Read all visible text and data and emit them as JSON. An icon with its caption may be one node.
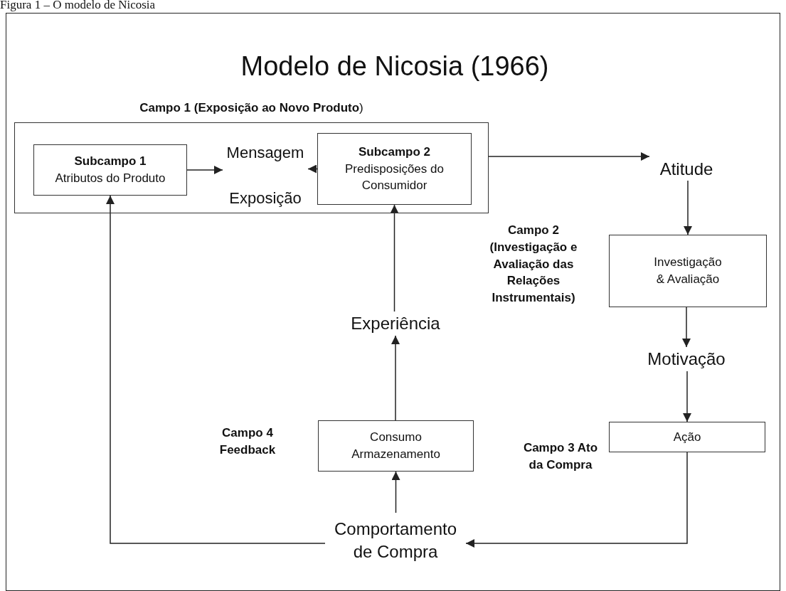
{
  "diagram": {
    "title": "Modelo de Nicosia (1966)",
    "caption": "Figura 1 – O modelo de Nicosia",
    "nodes": [
      {
        "text": [
          "**Campo 1 (Exposição ao Novo Produto**)"
        ]
      },
      {
        "text": [
          "Subcampo 1",
          "Atributos do Produto"
        ],
        "in": 0
      },
      {
        "text": [
          "Mensagem",
          "Exposição"
        ],
        "in": 0
      },
      {
        "text": [
          "Subcampo 2",
          "Predisposições do Consumidor"
        ],
        "in": 0
      },
      {
        "text": [
          "Atitude"
        ]
      },
      {
        "text": [
          "Investigação & Avaliação"
        ]
      },
      {
        "text": [
          "Motivação"
        ]
      },
      {
        "text": [
          "Ação"
        ]
      },
      {
        "text": [
          "Comportamento de Compra"
        ]
      },
      {
        "text": [
          "Consumo Armazenamento"
        ]
      },
      {
        "text": [
          "Experiência"
        ]
      }
    ],
    "edges": [
      {
        "from": 1,
        "to": 2,
        "arrow": "to"
      },
      {
        "from": 3,
        "to": 2,
        "arrow": "to"
      },
      {
        "from": 0,
        "to": 4,
        "arrow": "to"
      },
      {
        "from": 4,
        "to": 5,
        "arrow": "to"
      },
      {
        "from": 5,
        "to": 6,
        "arrow": "to"
      },
      {
        "from": 6,
        "to": 7,
        "arrow": "to"
      },
      {
        "from": 7,
        "to": 8,
        "arrow": "to"
      },
      {
        "from": 8,
        "to": 9,
        "arrow": "to"
      },
      {
        "from": 9,
        "to": 10,
        "arrow": "to"
      },
      {
        "from": 10,
        "to": 3,
        "arrow": "to"
      },
      {
        "from": 8,
        "to": 1,
        "arrow": "to"
      }
    ],
    "labels": [
      "Campo 2 (Investigação e Avaliação das Relações Instrumentais)",
      "Campo 4 Feedback",
      "Campo 3 Ato da Compra"
    ]
  }
}
